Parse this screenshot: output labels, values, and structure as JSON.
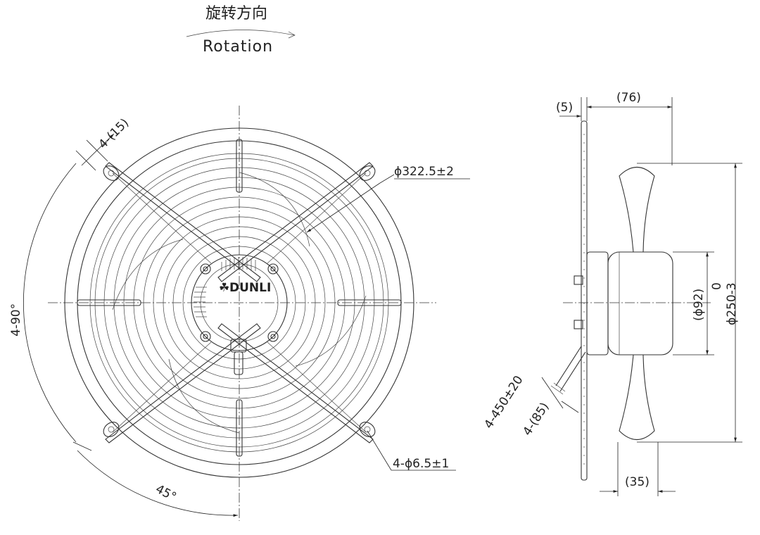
{
  "header": {
    "rotation_cn": "旋转方向",
    "rotation_en": "Rotation"
  },
  "front_view": {
    "logo": "DUNLI",
    "dims": {
      "bolt_offset": "4-(15)",
      "outer_diameter": "ϕ322.5±2",
      "angle_label": "4-90°",
      "angle_45": "45°",
      "hole_spec": "4-ϕ6.5±1"
    }
  },
  "side_view": {
    "dims": {
      "top_small": "(5)",
      "top_depth": "(76)",
      "hub_diameter": "(ϕ92)",
      "zero": "0",
      "blade_diameter": "ϕ250-3",
      "cable_length": "4-450±20",
      "cable_strip": "4-(85)",
      "blade_width": "(35)"
    }
  },
  "colors": {
    "line": "#333333",
    "background": "#ffffff"
  }
}
